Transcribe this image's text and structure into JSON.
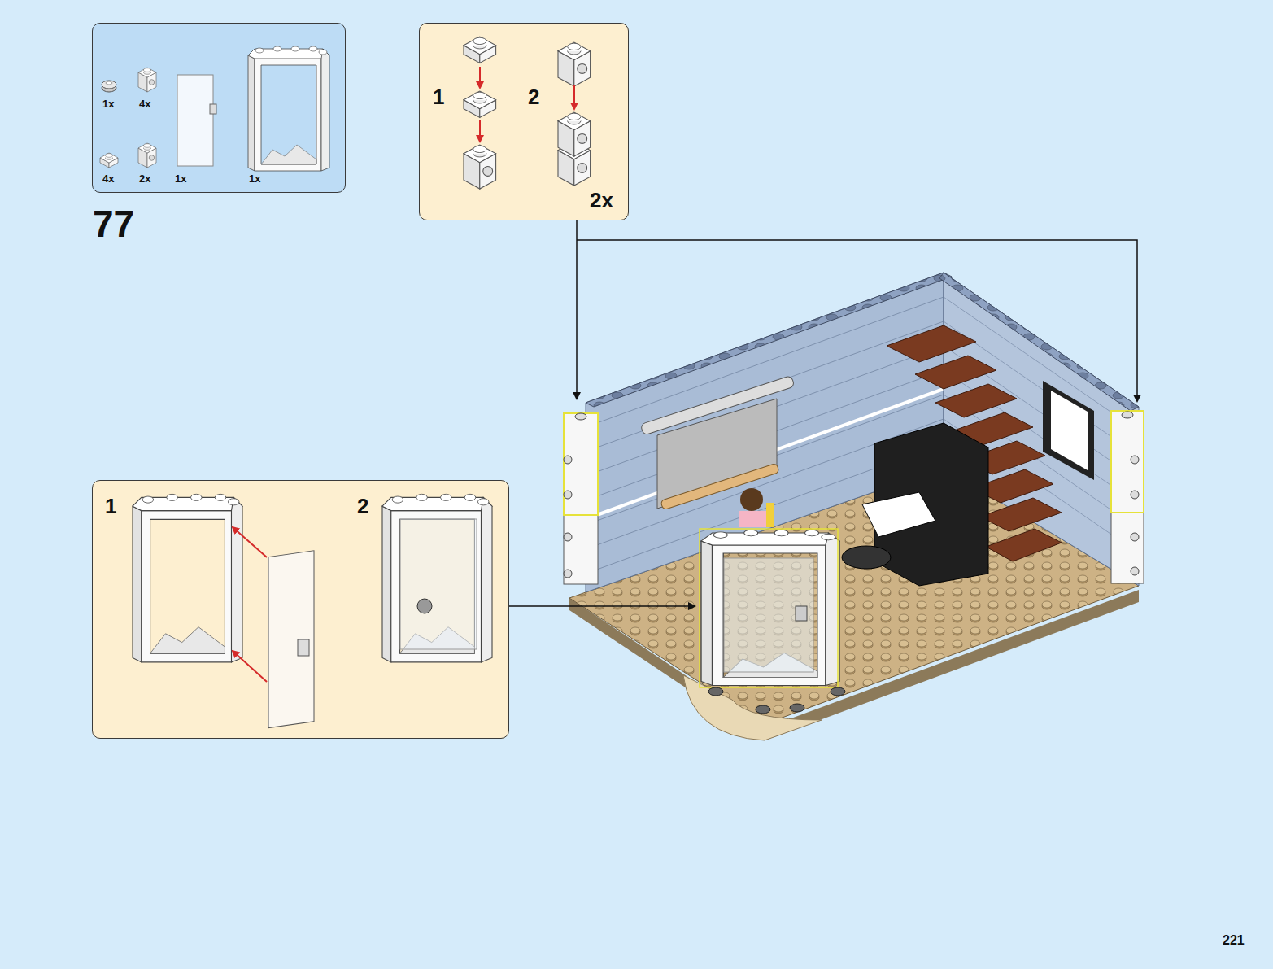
{
  "diagram": {
    "nodes": [
      {
        "text": [
          "1x",
          "4x",
          "4x",
          "2x",
          "1x",
          "1x"
        ]
      },
      {
        "text": [
          "1",
          "2",
          "2x"
        ]
      },
      {
        "text": [
          "1",
          "2"
        ]
      }
    ],
    "labels": [
      "77",
      "221"
    ]
  }
}
